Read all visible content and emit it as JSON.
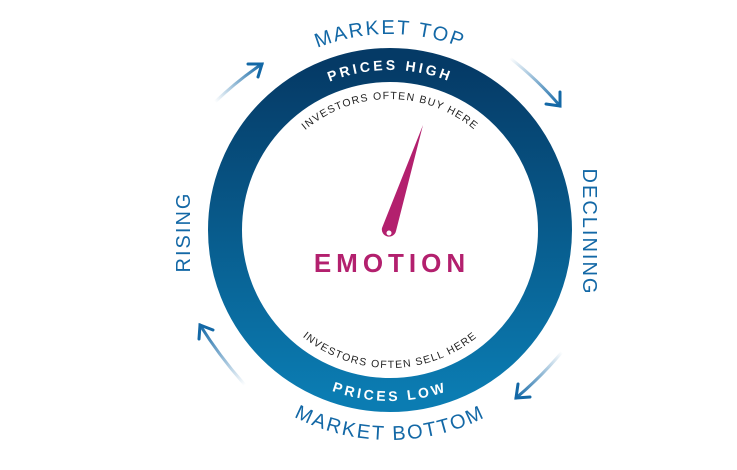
{
  "labels": {
    "market_top": "MARKET TOP",
    "declining": "DECLINING",
    "market_bottom": "MARKET BOTTOM",
    "rising": "RISING",
    "prices_high": "PRICES HIGH",
    "prices_low": "PRICES LOW",
    "buy_here": "INVESTORS OFTEN BUY HERE",
    "sell_here": "INVESTORS OFTEN SELL HERE",
    "center": "EMOTION"
  },
  "colors": {
    "ring_top": "#053a66",
    "ring_bottom": "#0b7cb2",
    "label_blue": "#1368a6",
    "needle": "#b3206e"
  },
  "icons": [
    "arrow-up-right-icon",
    "arrow-down-right-icon",
    "arrow-down-left-icon",
    "arrow-up-left-icon",
    "gauge-needle-icon"
  ]
}
